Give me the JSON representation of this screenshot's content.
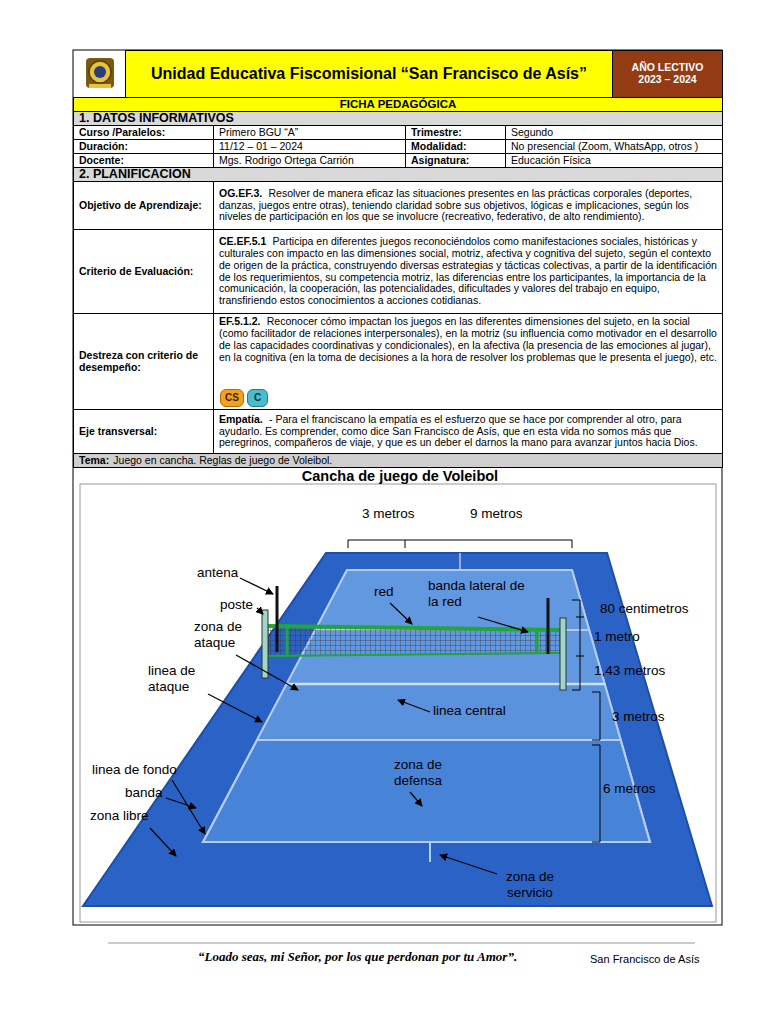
{
  "diagram": {
    "title": "Cancha de juego de Voleibol",
    "nodes": [
      {
        "text": [
          "Unidad Educativa Fiscomisional “San Francisco de Asís”"
        ]
      },
      {
        "text": [
          "AÑO LECTIVO",
          "2023 – 2024"
        ]
      },
      {
        "text": [
          "FICHA PEDAGÓGICA"
        ]
      },
      {
        "text": [
          "1. DATOS INFORMATIVOS"
        ]
      },
      {
        "text": [
          "Curso /Paralelos:"
        ]
      },
      {
        "text": [
          "Primero BGU “A”"
        ]
      },
      {
        "text": [
          "Trimestre:"
        ]
      },
      {
        "text": [
          "Segundo"
        ]
      },
      {
        "text": [
          "Duración:"
        ]
      },
      {
        "text": [
          "11/12 – 01 – 2024"
        ]
      },
      {
        "text": [
          "Modalidad:"
        ]
      },
      {
        "text": [
          "No presencial (Zoom, WhatsApp, otros )"
        ]
      },
      {
        "text": [
          "Docente:"
        ]
      },
      {
        "text": [
          "Mgs. Rodrigo Ortega Carrión"
        ]
      },
      {
        "text": [
          "Asignatura:"
        ]
      },
      {
        "text": [
          "Educación Física"
        ]
      },
      {
        "text": [
          "2. PLANIFICACIÓN"
        ]
      },
      {
        "text": [
          "Objetivo de Aprendizaje:"
        ]
      },
      {
        "text": [
          "OG.EF.3.",
          "Resolver de manera eficaz las situaciones presentes en las prácticas corporales (deportes, danzas, juegos entre otras), teniendo claridad sobre sus objetivos, lógicas e implicaciones, según los niveles de participación en los que se involucre (recreativo, federativo, de alto rendimiento)."
        ]
      },
      {
        "text": [
          "Criterio de Evaluación:"
        ]
      },
      {
        "text": [
          "CE.EF.5.1",
          "Participa en diferentes juegos reconociéndolos como manifestaciones sociales, históricas y culturales con impacto en las dimensiones social, motriz, afectiva y cognitiva del sujeto, según el contexto de origen de la práctica, construyendo diversas estrategias y tácticas colectivas, a partir de la identificación de los requerimientos, su competencia motriz, las diferencias entre los participantes, la importancia de la comunicación, la cooperación, las potencialidades, dificultades y valores del trabajo en equipo, transfiriendo estos conocimientos a acciones cotidianas."
        ]
      },
      {
        "text": [
          "Destreza con criterio de desempeño:"
        ]
      },
      {
        "text": [
          "EF.5.1.2.",
          "Reconocer cómo impactan los juegos en las diferentes dimensiones del sujeto, en la social (como facilitador de relaciones interpersonales), en la motriz (su influencia como motivador en el desarrollo de las capacidades coordinativas y condicionales), en la afectiva (la presencia de las emociones al jugar), en la cognitiva (en la toma de decisiones a la hora de resolver los problemas que le presenta el juego), etc."
        ]
      },
      {
        "text": [
          "Eje transversal:"
        ]
      },
      {
        "text": [
          "Empatía.",
          "- Para el franciscano la empatía es el esfuerzo que se hace por comprender al otro, para ayudarlo. Es comprender, como dice San Francisco de Asís, que en esta vida no somos más que peregrinos, compañeros de viaje, y que es un deber el darnos la mano para avanzar juntos hacia Dios."
        ]
      },
      {
        "text": [
          "Tema:",
          "Juego en cancha. Reglas de juego de Voleibol."
        ]
      }
    ],
    "labels": [
      "CS",
      "C",
      "3 metros",
      "9 metros",
      "antena",
      "red",
      "banda lateral de la red",
      "80 centimetros",
      "poste",
      "zona de ataque",
      "1 metro",
      "linea de ataque",
      "1,43 metros",
      "linea central",
      "3 metros",
      "linea de fondo",
      "zona de defensa",
      "banda",
      "6 metros",
      "zona libre",
      "zona de servicio",
      "“Loado seas, mi Señor, por los que perdonan por tu Amor”.",
      "San Francisco de Asís"
    ]
  }
}
